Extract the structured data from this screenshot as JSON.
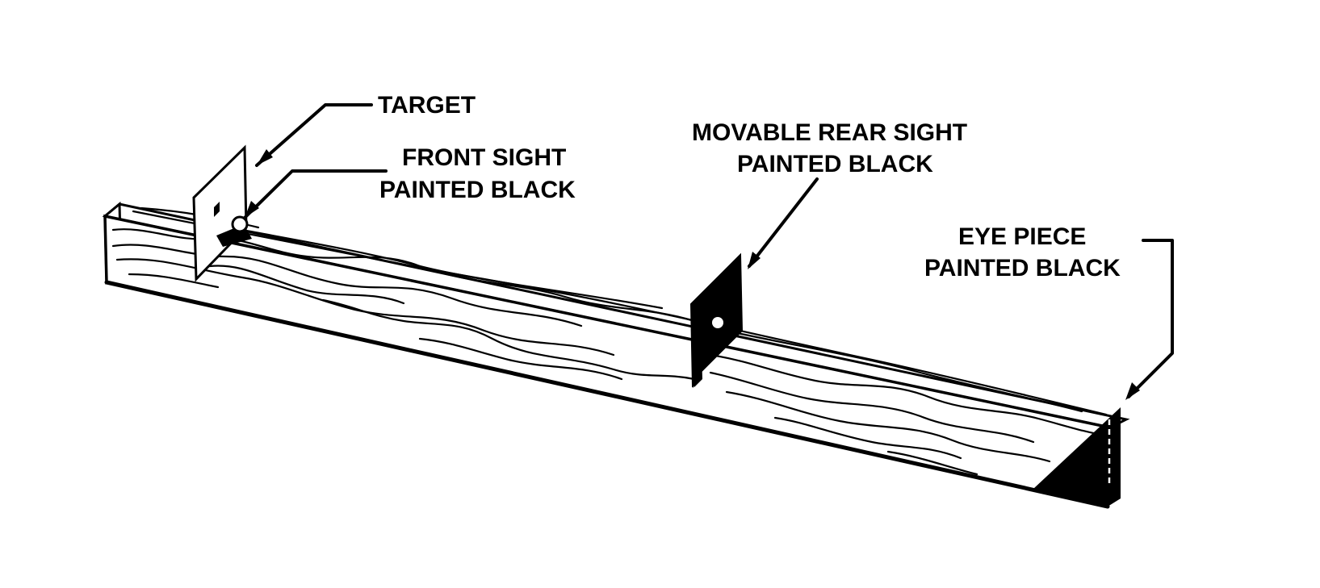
{
  "labels": {
    "target": "TARGET",
    "front_sight_line1": "FRONT SIGHT",
    "front_sight_line2": "PAINTED BLACK",
    "rear_sight_line1": "MOVABLE REAR SIGHT",
    "rear_sight_line2": "PAINTED BLACK",
    "eye_piece_line1": "EYE PIECE",
    "eye_piece_line2": "PAINTED BLACK"
  },
  "colors": {
    "ink": "#000000",
    "paper": "#ffffff"
  }
}
